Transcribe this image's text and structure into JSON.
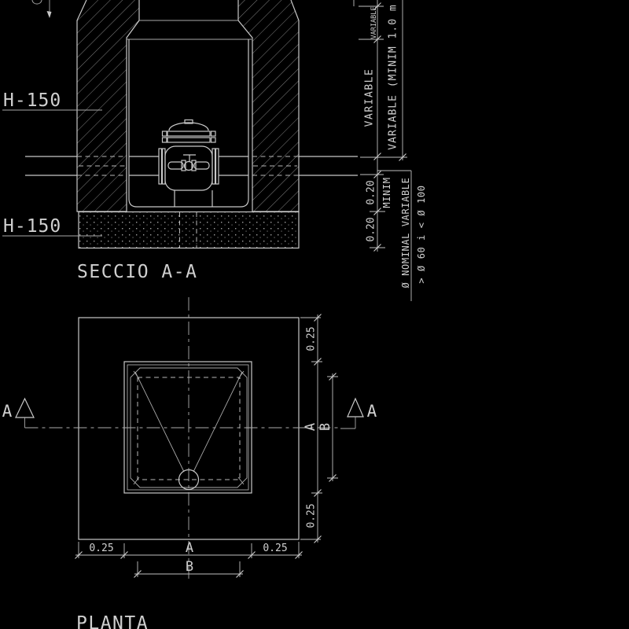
{
  "colors": {
    "background": "#000000",
    "line": "#c8c8c8",
    "text": "#cfcfcf"
  },
  "section": {
    "title": "SECCIO A-A",
    "wall_label": "H-150",
    "base_label": "H-150",
    "dim_neck": "VARIABLE",
    "dim_chamber": "VARIABLE",
    "dim_total": "VARIABLE (MINIM 1.0 m",
    "dim_clearance": "0.20",
    "dim_clearance_note": "MINIM",
    "dim_base": "0.20",
    "pipe_note_1": "Ø NOMINAL VARIABLE",
    "pipe_note_2": "> Ø 60 i < Ø 100"
  },
  "plan": {
    "title": "PLANTA",
    "marker_left": "A",
    "marker_right": "A",
    "dim_bottom_left": "0.25",
    "dim_bottom_mid": "A",
    "dim_bottom_right": "0.25",
    "dim_bottom_inner": "B",
    "dim_right_top": "0.25",
    "dim_right_mid": "A",
    "dim_right_bottom": "0.25",
    "dim_right_inner": "B"
  }
}
